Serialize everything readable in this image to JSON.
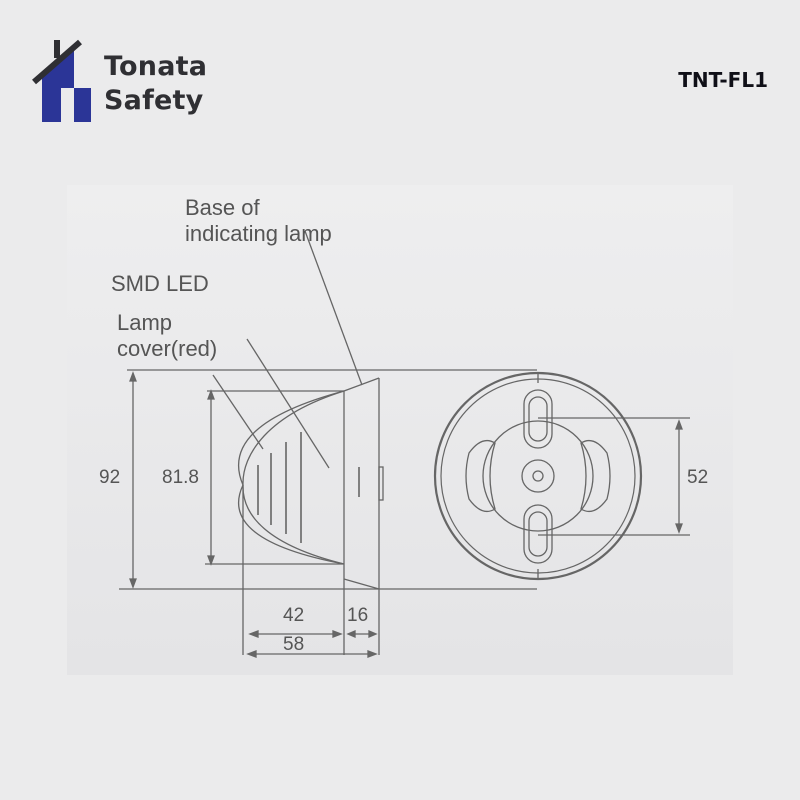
{
  "header": {
    "brand_line_1": "Tonata",
    "brand_line_2": "Safety",
    "model": "TNT-FL1"
  },
  "colors": {
    "logo_blue": "#2b3597",
    "logo_dark": "#2f2f33",
    "line": "#666666",
    "text": "#555555"
  },
  "diagram": {
    "labels": {
      "base_line_1": "Base of",
      "base_line_2": "indicating lamp",
      "smd_led": "SMD LED",
      "cover_line_1": "Lamp",
      "cover_line_2": "cover(red)"
    },
    "dimensions": {
      "total_height": "92",
      "cover_height": "81.8",
      "cover_depth": "42",
      "base_depth": "16",
      "total_depth": "58",
      "mount_spacing": "52"
    }
  }
}
